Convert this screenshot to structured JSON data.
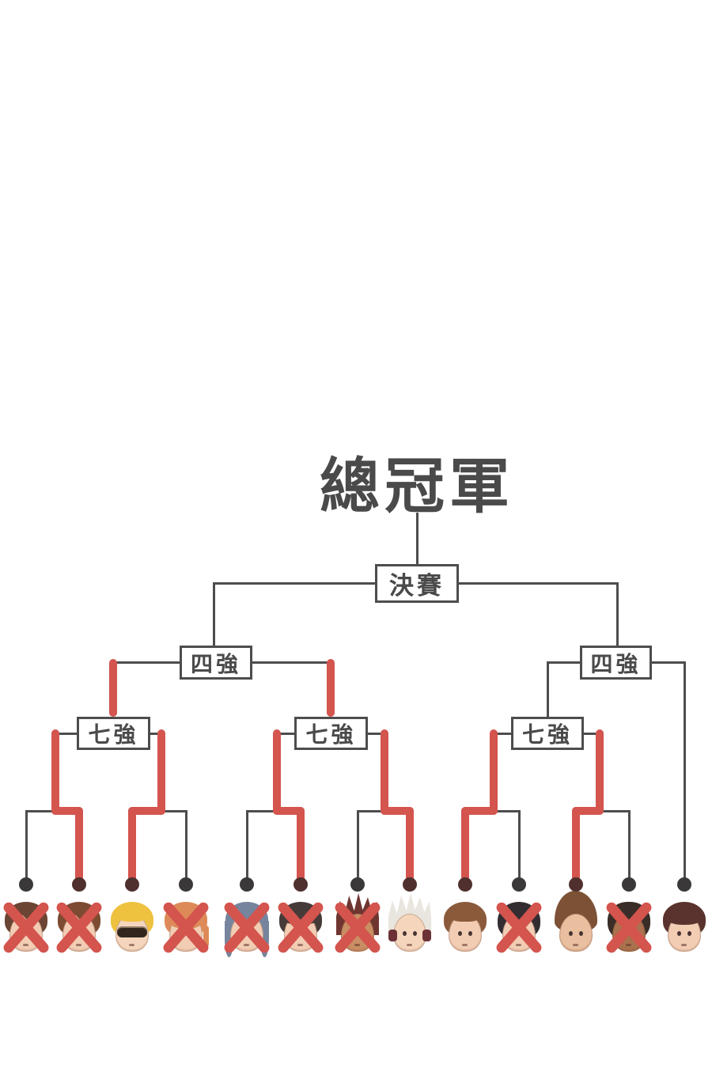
{
  "page": {
    "background": "#ffffff"
  },
  "colors": {
    "line_gray": "#4d4d4d",
    "path_red": "#d4544e",
    "box_border": "#4d4d4d",
    "box_bg": "#ffffff",
    "label_text": "#4a4a4a",
    "dot": "#3a3838",
    "dot_red": "#50302e",
    "x_mark": "#d4544e"
  },
  "labels": {
    "champion": "總冠軍",
    "final": "決賽",
    "semifinal": "四強",
    "quarterfinal": "七強"
  },
  "bracket": {
    "round1_matches": [
      {
        "a": 0,
        "b": 1,
        "winner": "b"
      },
      {
        "a": 2,
        "b": 3,
        "winner": "a"
      },
      {
        "a": 4,
        "b": 5,
        "winner": "b"
      },
      {
        "a": 6,
        "b": 7,
        "winner": "b"
      },
      {
        "a": 8,
        "b": 9,
        "winner": "a"
      },
      {
        "a": 10,
        "b": 11,
        "winner": "a"
      }
    ],
    "bye_contestant": 12,
    "quarterfinal_decided": [
      true,
      true,
      false
    ]
  },
  "contestants": [
    {
      "id": 1,
      "desc": "dark brown messy hair",
      "hair": "#6b4433",
      "skin": "#f2cdb4",
      "style": "messy",
      "accessory": null,
      "eliminated": true
    },
    {
      "id": 2,
      "desc": "brown messy hair",
      "hair": "#7d4b31",
      "skin": "#f2cdb4",
      "style": "messy",
      "accessory": null,
      "eliminated": true
    },
    {
      "id": 3,
      "desc": "blonde hair with sunglasses",
      "hair": "#eec23f",
      "skin": "#f5d6bd",
      "style": "neat",
      "accessory": "sunglasses",
      "eliminated": false
    },
    {
      "id": 4,
      "desc": "orange bangs over eyes, side braid",
      "hair": "#dd8a58",
      "skin": "#f2cdb4",
      "style": "bangs",
      "accessory": null,
      "eliminated": true
    },
    {
      "id": 5,
      "desc": "blue-gray hair with long sidelocks",
      "hair": "#76849d",
      "skin": "#f2cdb4",
      "style": "sidelocks",
      "accessory": null,
      "eliminated": true
    },
    {
      "id": 6,
      "desc": "dark bowl cut",
      "hair": "#463a39",
      "skin": "#f2cdb4",
      "style": "bowl",
      "accessory": null,
      "eliminated": true
    },
    {
      "id": 7,
      "desc": "dark red spiky hair, tan skin",
      "hair": "#6f3530",
      "skin": "#c98e63",
      "style": "spiky",
      "accessory": null,
      "eliminated": true
    },
    {
      "id": 8,
      "desc": "white spiky hair with headphones",
      "hair": "#e9e5df",
      "skin": "#f5d6bd",
      "style": "spiky",
      "accessory": "headphones",
      "eliminated": false
    },
    {
      "id": 9,
      "desc": "brown neat hair",
      "hair": "#8a5a3b",
      "skin": "#f2cdb4",
      "style": "neat",
      "accessory": null,
      "eliminated": false
    },
    {
      "id": 10,
      "desc": "black two-block hair",
      "hair": "#332d31",
      "skin": "#f2cdb4",
      "style": "twoblock",
      "accessory": null,
      "eliminated": true
    },
    {
      "id": 11,
      "desc": "brown pompadour",
      "hair": "#7c5136",
      "skin": "#e9bf9f",
      "style": "pompadour",
      "accessory": null,
      "eliminated": false
    },
    {
      "id": 12,
      "desc": "dark dreadlocks, dark skin",
      "hair": "#3a2d27",
      "skin": "#a9714d",
      "style": "dreads",
      "accessory": null,
      "eliminated": true
    },
    {
      "id": 13,
      "desc": "dark maroon bowl cut",
      "hair": "#5a332f",
      "skin": "#f2cdb4",
      "style": "bowl",
      "accessory": null,
      "eliminated": false
    }
  ]
}
